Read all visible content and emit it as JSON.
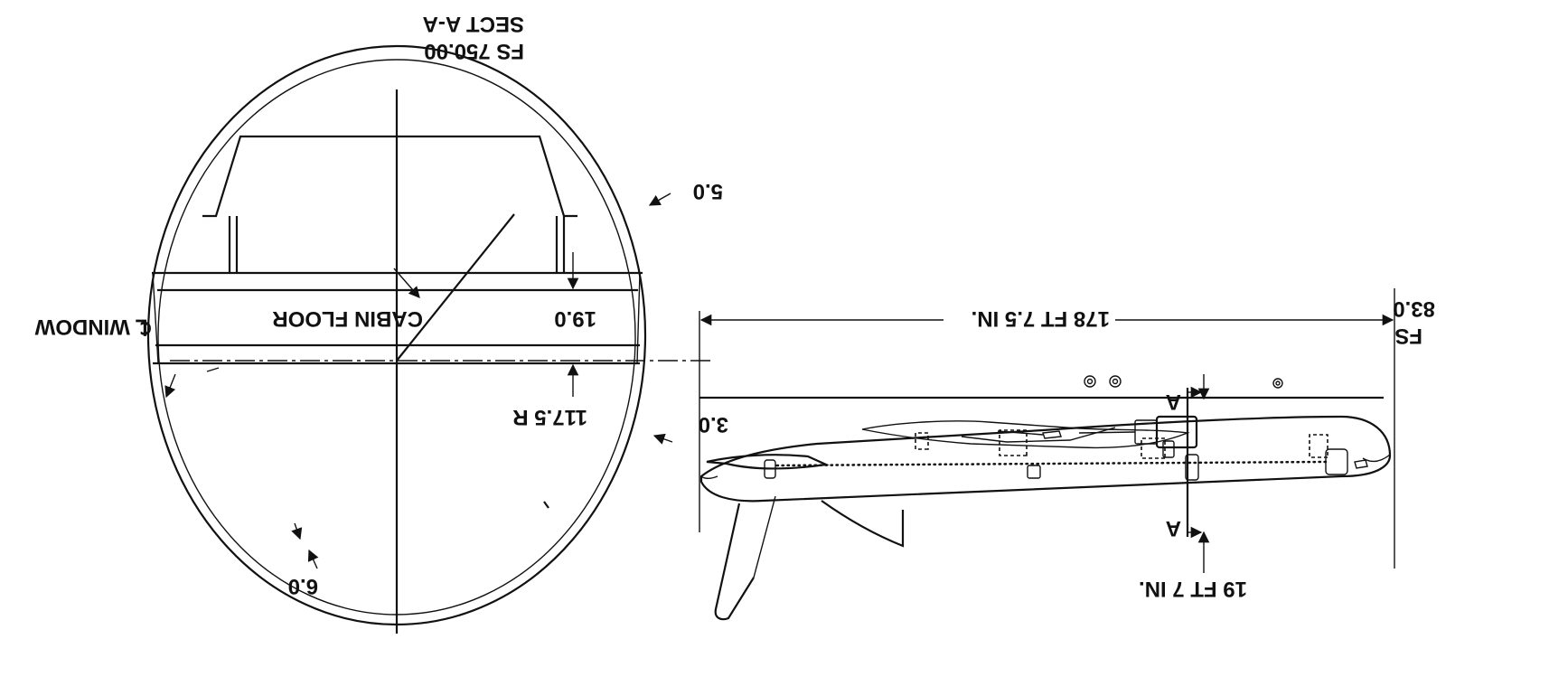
{
  "section": {
    "station": "FS 750.00",
    "title": "SECT A-A",
    "cabin_floor": "CABIN FLOOR",
    "window": "℄ WINDOW",
    "radius": "117.5 R",
    "floor_depth": "19.0",
    "top_thickness": "5.0",
    "side_thickness": "3.0",
    "bottom_thickness": "6.0"
  },
  "profile": {
    "nose_station_line1": "FS",
    "nose_station_line2": "83.0",
    "overall_length": "178 FT 7.5 IN.",
    "section_length": "19 FT 7 IN.",
    "cut_mark": "A"
  }
}
